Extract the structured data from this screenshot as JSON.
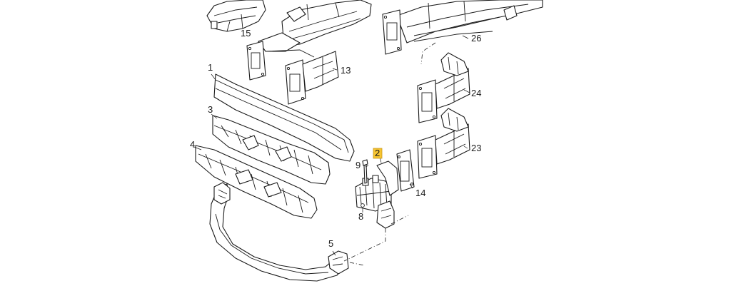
{
  "callouts": [
    {
      "id": "15",
      "label": "15",
      "highlighted": false
    },
    {
      "id": "26",
      "label": "26",
      "highlighted": false
    },
    {
      "id": "1",
      "label": "1",
      "highlighted": false
    },
    {
      "id": "13",
      "label": "13",
      "highlighted": false
    },
    {
      "id": "24",
      "label": "24",
      "highlighted": false
    },
    {
      "id": "3",
      "label": "3",
      "highlighted": false
    },
    {
      "id": "4",
      "label": "4",
      "highlighted": false
    },
    {
      "id": "2",
      "label": "2",
      "highlighted": true
    },
    {
      "id": "9",
      "label": "9",
      "highlighted": false
    },
    {
      "id": "23",
      "label": "23",
      "highlighted": false
    },
    {
      "id": "14",
      "label": "14",
      "highlighted": false
    },
    {
      "id": "8",
      "label": "8",
      "highlighted": false
    },
    {
      "id": "5",
      "label": "5",
      "highlighted": false
    }
  ],
  "colors": {
    "line": "#1a1a1a",
    "highlight": "#f7c531",
    "background": "#ffffff"
  }
}
